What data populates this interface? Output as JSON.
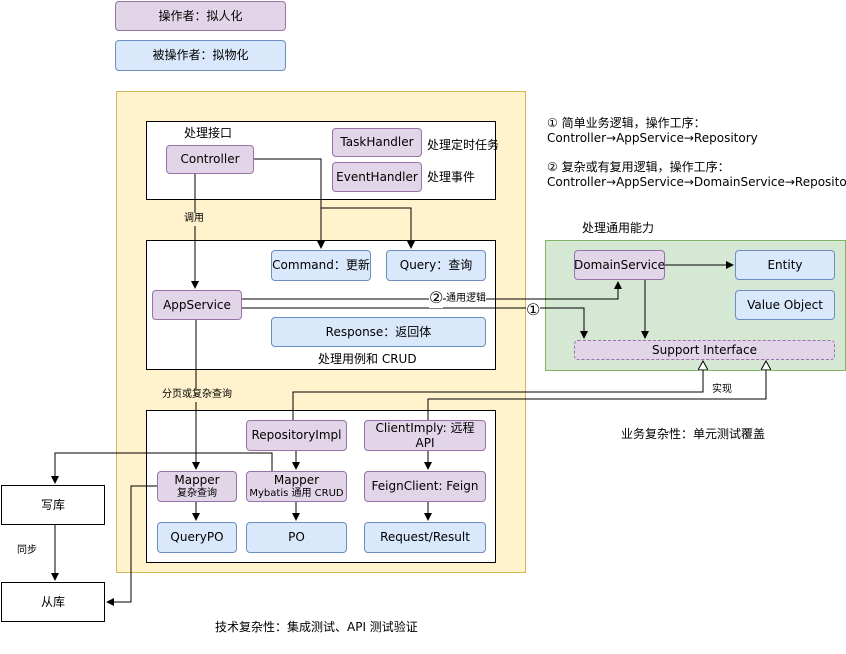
{
  "legend": {
    "operator": "操作者：拟人化",
    "operated": "被操作者：拟物化"
  },
  "interface_layer": {
    "title": "处理接口",
    "controller": "Controller",
    "task_handler": "TaskHandler",
    "task_handler_note": "处理定时任务",
    "event_handler": "EventHandler",
    "event_handler_note": "处理事件"
  },
  "app_layer": {
    "app_service": "AppService",
    "command": "Command：更新",
    "query": "Query：查询",
    "response": "Response：返回体",
    "title": "处理用例和 CRUD"
  },
  "infra_layer": {
    "repository_impl": "RepositoryImpl",
    "client_impl": "ClientImply: 远程 API",
    "mapper1": "Mapper",
    "mapper1_sub": "复杂查询",
    "mapper2": "Mapper",
    "mapper2_sub": "Mybatis 通用 CRUD",
    "feign_client": "FeignClient: Feign",
    "query_po": "QueryPO",
    "po": "PO",
    "request_result": "Request/Result"
  },
  "domain_layer": {
    "title": "处理通用能力",
    "domain_service": "DomainService",
    "entity": "Entity",
    "value_object": "Value Object",
    "support_interface": "Support Interface"
  },
  "edge_labels": {
    "call": "调用",
    "paging": "分页或复杂查询",
    "common_logic": "通用逻辑",
    "implement": "实现",
    "sync": "同步"
  },
  "markers": {
    "one": "①",
    "two": "②"
  },
  "notes": {
    "note1_title": "① 简单业务逻辑，操作工序：",
    "note1_flow": "Controller→AppService→Repository",
    "note2_title": "② 复杂或有复用逻辑，操作工序：",
    "note2_flow": "Controller→AppService→DomainService→Repository",
    "business_complexity": "业务复杂性：单元测试覆盖",
    "tech_complexity": "技术复杂性：集成测试、API 测试验证"
  },
  "databases": {
    "write": "写库",
    "read": "从库"
  },
  "colors": {
    "operator_fill": "#e1d5e7",
    "operator_stroke": "#9673a6",
    "operated_fill": "#dae8fc",
    "operated_stroke": "#6c8ebf",
    "container_fill": "#fff2cc",
    "container_stroke": "#d6b656",
    "domain_fill": "#d5e8d4",
    "domain_stroke": "#82b366"
  }
}
